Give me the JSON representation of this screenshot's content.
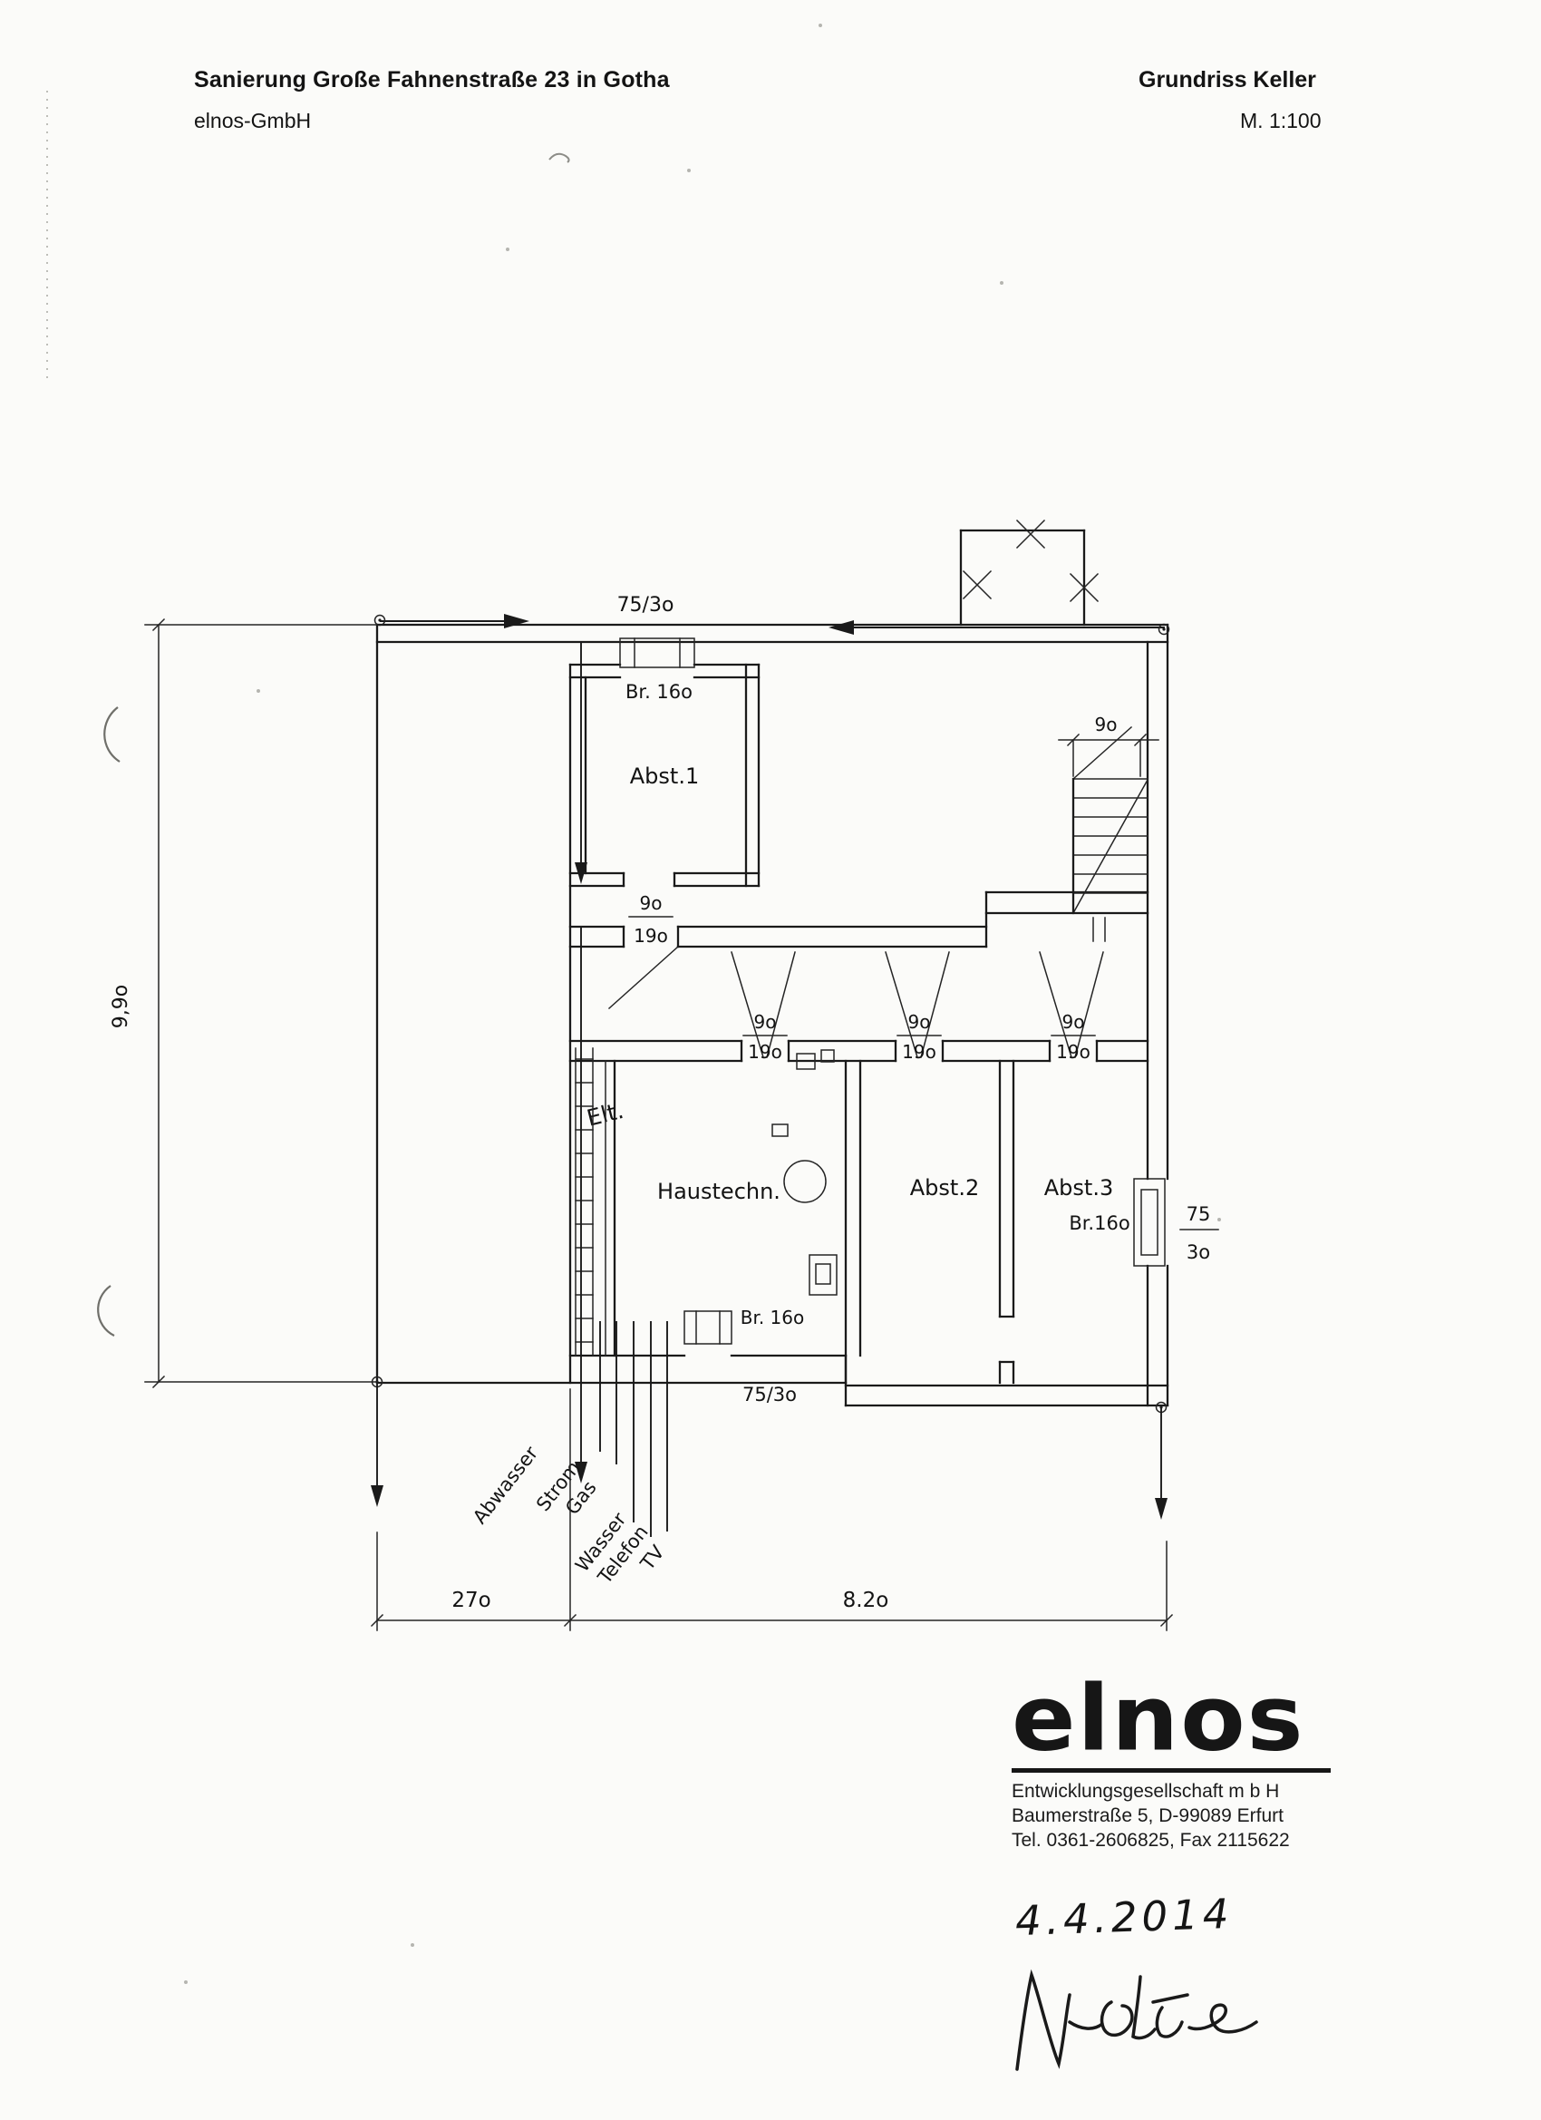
{
  "header": {
    "project_title": "Sanierung Große Fahnenstraße 23 in Gotha",
    "company": "elnos-GmbH",
    "drawing_title": "Grundriss Keller",
    "scale": "M. 1:100"
  },
  "plan": {
    "room_abst1": "Abst.1",
    "room_haustechn": "Haustechn.",
    "room_abst2": "Abst.2",
    "room_abst3": "Abst.3",
    "win_top": "Br. 16o",
    "win_bottom": "Br. 16o",
    "win_right": "Br.16o",
    "elt": "Elt.",
    "dim_top_window": "75/3o",
    "dim_bottom_window": "75/3o",
    "dim_right_num": "75",
    "dim_right_den": "3o",
    "dim_left_height": "9,9o",
    "dim_stair": "9o",
    "dim_door_num": "9o",
    "dim_door_den": "19o",
    "dim_bottom_left": "27o",
    "dim_bottom_right": "8.2o",
    "utilities": {
      "abwasser": "Abwasser",
      "strom": "Strom",
      "gas": "Gas",
      "wasser": "Wasser",
      "telefon": "Telefon",
      "tv": "TV"
    }
  },
  "footer": {
    "logo_text": "elnos",
    "company_name": "Entwicklungsgesellschaft m b H",
    "address": "Baumerstraße 5, D-99089 Erfurt",
    "phone": "Tel. 0361-2606825, Fax 2115622",
    "date": "4.4.2014"
  }
}
